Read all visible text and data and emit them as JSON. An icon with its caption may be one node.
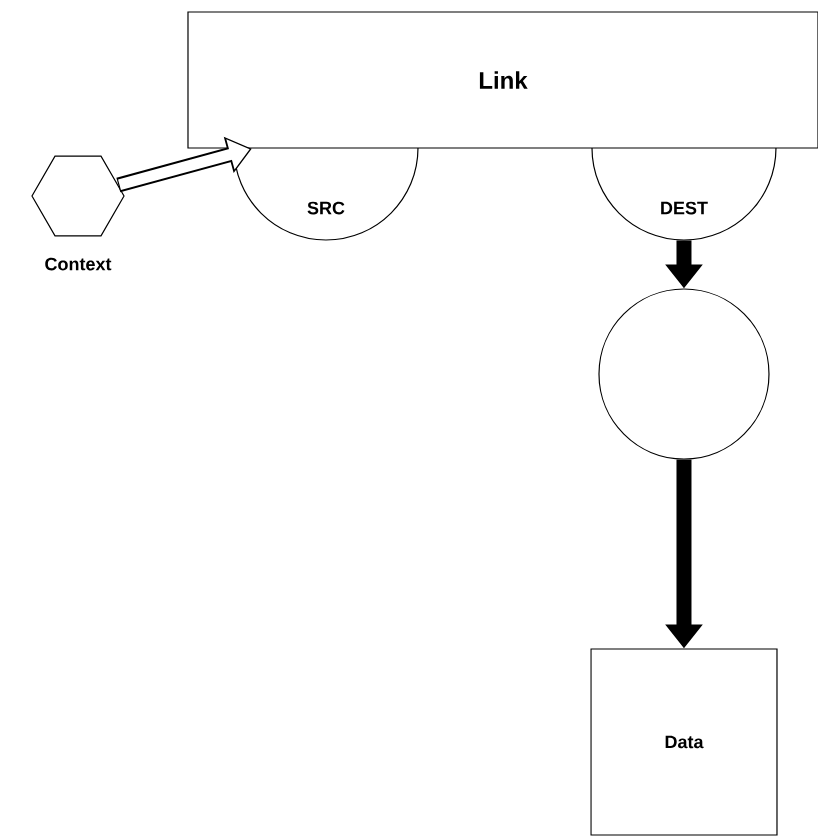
{
  "diagram": {
    "nodes": [
      {
        "text": [
          "Link"
        ]
      },
      {
        "text": [
          "SRC"
        ]
      },
      {
        "text": [
          "DEST"
        ]
      },
      {
        "text": [],
        "shape": "hexagon",
        "beside": [
          "Context"
        ]
      },
      {
        "text": [],
        "shape": "circle"
      },
      {
        "text": [
          "Data"
        ]
      }
    ],
    "edges": [
      {
        "from": 3,
        "to": 0,
        "arrow": "to",
        "color": "#ffffff"
      },
      {
        "from": 2,
        "to": 4,
        "arrow": "to"
      },
      {
        "from": 4,
        "to": 5,
        "arrow": "to"
      }
    ]
  }
}
